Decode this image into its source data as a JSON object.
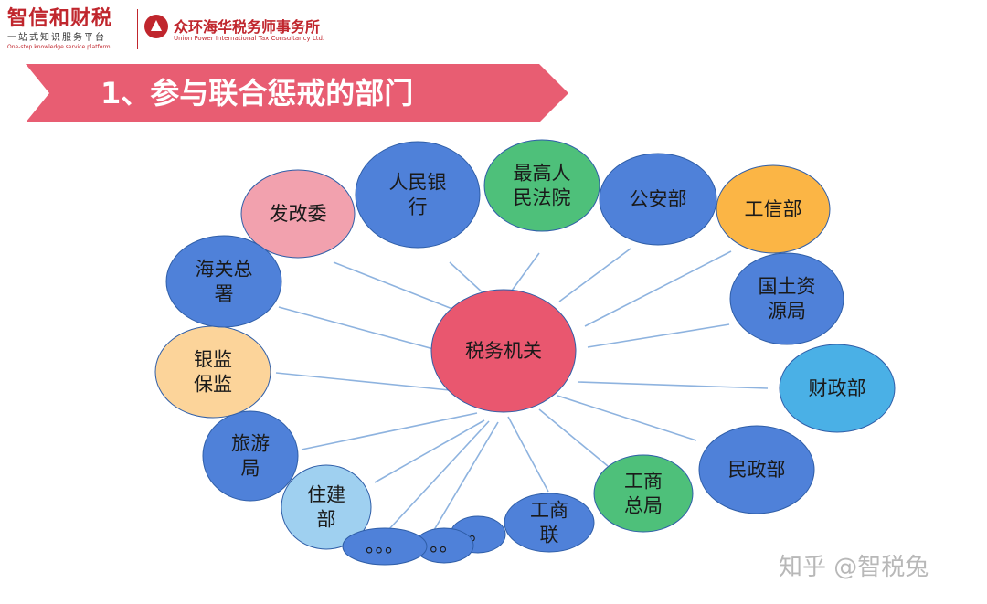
{
  "header": {
    "logo_left_main": "智信和财税",
    "logo_left_sub": "一站式知识服务平台",
    "logo_left_en": "One-stop knowledge service platform",
    "logo_right_main": "众环海华税务师事务所",
    "logo_right_en": "Union Power International Tax Consultancy Ltd."
  },
  "title": "1、参与联合惩戒的部门",
  "center": {
    "label": "税务机关",
    "color": "#e9576f"
  },
  "nodes": [
    {
      "id": "fagaiwei",
      "lines": [
        "发改委"
      ],
      "color": "#f2a1ae"
    },
    {
      "id": "renmin-yinhang",
      "lines": [
        "人民银",
        "行"
      ],
      "color": "#4f81d9"
    },
    {
      "id": "zuigao-fayuan",
      "lines": [
        "最高人",
        "民法院"
      ],
      "color": "#4ec07a"
    },
    {
      "id": "gonganbu",
      "lines": [
        "公安部"
      ],
      "color": "#4f81d9"
    },
    {
      "id": "gongxinbu",
      "lines": [
        "工信部"
      ],
      "color": "#fbb545"
    },
    {
      "id": "guotu-ziyuan",
      "lines": [
        "国土资",
        "源局"
      ],
      "color": "#4f81d9"
    },
    {
      "id": "caizhengbu",
      "lines": [
        "财政部"
      ],
      "color": "#4ab0e6"
    },
    {
      "id": "minzhengbu",
      "lines": [
        "民政部"
      ],
      "color": "#4f81d9"
    },
    {
      "id": "gongshang-zongju",
      "lines": [
        "工商",
        "总局"
      ],
      "color": "#4ec07a"
    },
    {
      "id": "gongshanglian",
      "lines": [
        "工商",
        "联"
      ],
      "color": "#4f81d9"
    },
    {
      "id": "zhujianbu",
      "lines": [
        "住建",
        "部"
      ],
      "color": "#9fd0f0"
    },
    {
      "id": "lvyouju",
      "lines": [
        "旅游",
        "局"
      ],
      "color": "#4f81d9"
    },
    {
      "id": "yinjian-baojian",
      "lines": [
        "银监",
        "保监"
      ],
      "color": "#fcd49a"
    },
    {
      "id": "haiguan-zongshu",
      "lines": [
        "海关总",
        "署"
      ],
      "color": "#4f81d9"
    }
  ],
  "ellipsis": [
    {
      "id": "ellipsis-1",
      "text": "。。。",
      "color": "#4f81d9"
    },
    {
      "id": "ellipsis-2",
      "text": "。。",
      "color": "#4f81d9"
    },
    {
      "id": "ellipsis-3",
      "text": "。",
      "color": "#4f81d9"
    }
  ],
  "colors": {
    "title_bar": "#e85d72",
    "connector": "#8eb3df",
    "node_stroke": "#2f5ea8"
  },
  "watermark": "知乎 @智税兔"
}
